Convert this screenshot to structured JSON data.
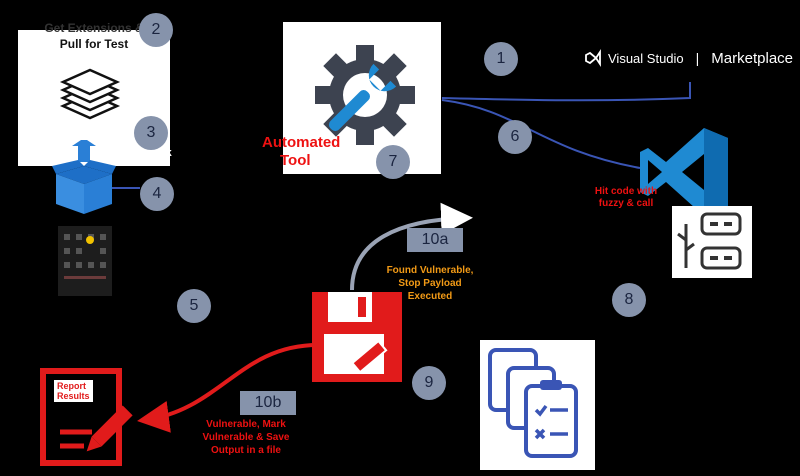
{
  "steps": {
    "s1": "1",
    "s2": "2",
    "s3": "3",
    "s4": "4",
    "s5": "5",
    "s6": "6",
    "s7": "7",
    "s8": "8",
    "s9": "9",
    "s10a": "10a",
    "s10b": "10b"
  },
  "labels": {
    "pull_title_line1": "Get Extensions &",
    "pull_title_line2": "Pull for Test",
    "unpack": "Unpack",
    "automated_line1": "Automated",
    "automated_line2": "Tool",
    "vscode_note_line1": "Hit code with",
    "vscode_note_line2": "fuzzy & call",
    "orange_line1": "Found Vulnerable,",
    "orange_line2": "Stop Payload",
    "orange_line3": "Executed",
    "red_line1": "Vulnerable, Mark",
    "red_line2": "Vulnerable & Save",
    "red_line3": "Output in a file",
    "report_line1": "Report",
    "report_line2": "Results"
  },
  "marketplace": {
    "brand": "Visual Studio",
    "separator": "|",
    "name": "Marketplace"
  },
  "colors": {
    "badge": "#8693ab",
    "red": "#e11b1b",
    "orange": "#f29a16",
    "blue_arrow": "#3a55b5",
    "vscode_blue": "#1f8ad2",
    "gear": "#3d4350"
  }
}
